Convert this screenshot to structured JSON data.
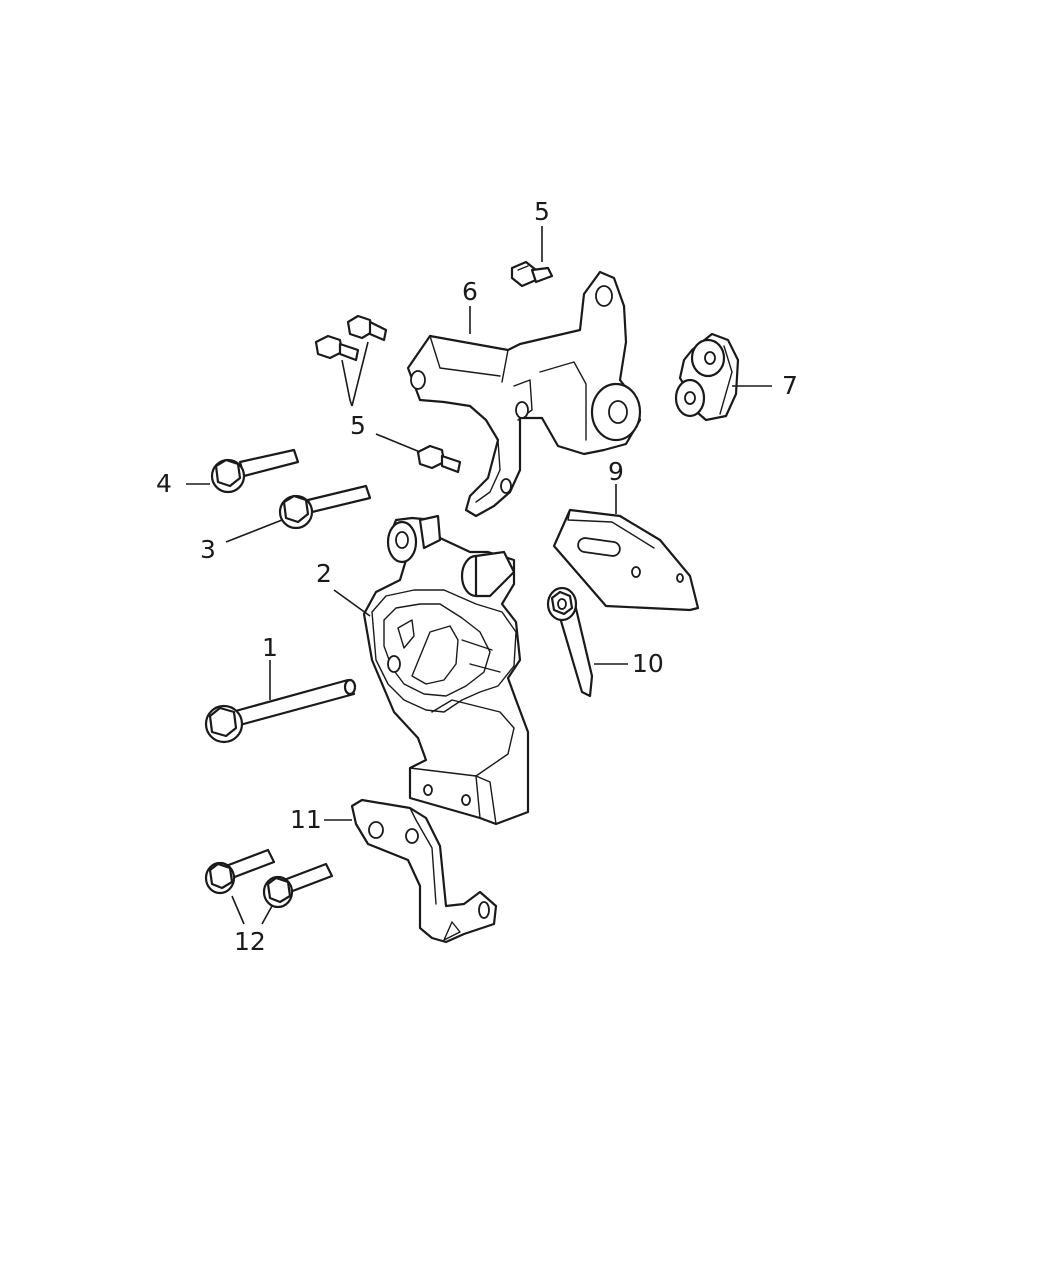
{
  "callouts": {
    "c1": "1",
    "c2": "2",
    "c3": "3",
    "c4": "4",
    "c5a": "5",
    "c5b": "5",
    "c5c": "5",
    "c6": "6",
    "c7": "7",
    "c9": "9",
    "c10": "10",
    "c11": "11",
    "c12": "12"
  },
  "parts": [
    {
      "callout": "1",
      "icon": "long-flange-bolt-icon"
    },
    {
      "callout": "2",
      "icon": "transmission-mount-icon"
    },
    {
      "callout": "3",
      "icon": "flange-bolt-icon"
    },
    {
      "callout": "4",
      "icon": "flange-bolt-icon"
    },
    {
      "callout": "5",
      "icon": "stud-bolt-icon"
    },
    {
      "callout": "6",
      "icon": "mount-bracket-icon"
    },
    {
      "callout": "7",
      "icon": "bushing-icon"
    },
    {
      "callout": "9",
      "icon": "bracket-icon"
    },
    {
      "callout": "10",
      "icon": "nut-retainer-icon"
    },
    {
      "callout": "11",
      "icon": "bracket-icon"
    },
    {
      "callout": "12",
      "icon": "flange-bolt-icon"
    }
  ]
}
